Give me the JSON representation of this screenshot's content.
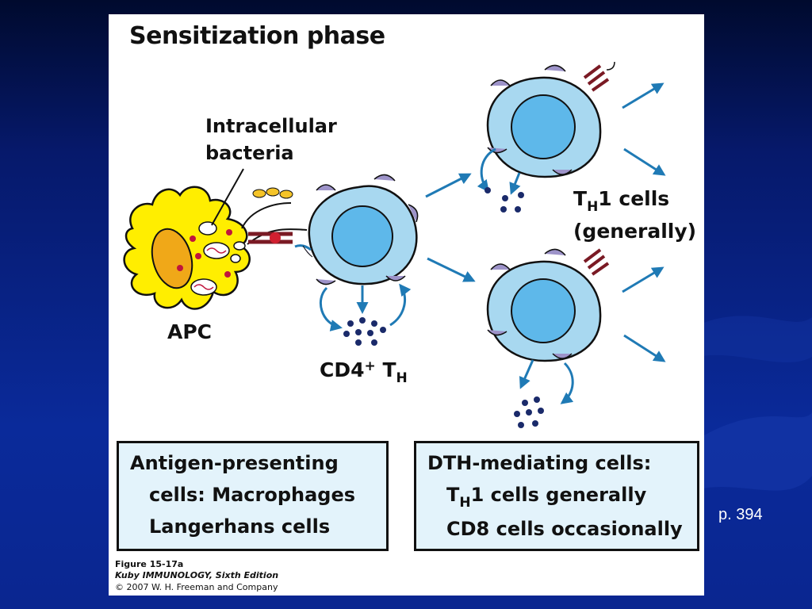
{
  "figure": {
    "title": "Sensitization phase",
    "labels": {
      "bacteria_line1": "Intracellular",
      "bacteria_line2": "bacteria",
      "apc": "APC",
      "cd4_main": "CD4",
      "cd4_sup": "+",
      "cd4_t": " T",
      "cd4_sub": "H",
      "th1_t": "T",
      "th1_sub": "H",
      "th1_rest": "1 cells",
      "th1_line2": "(generally)"
    },
    "box_left": {
      "line1": "Antigen-presenting",
      "line2": "cells: Macrophages",
      "line3": "Langerhans cells"
    },
    "box_right": {
      "line1": "DTH-mediating cells:",
      "line2_t": "T",
      "line2_sub": "H",
      "line2_rest": "1 cells generally",
      "line3": "CD8 cells occasionally"
    },
    "caption": {
      "line1": "Figure 15-17a",
      "line2": "Kuby IMMUNOLOGY, Sixth Edition",
      "line3": "© 2007 W. H. Freeman and Company"
    }
  },
  "page_ref": "p. 394",
  "colors": {
    "apc_yellow": "#ffee00",
    "nucleus_orange": "#f0a818",
    "cell_blue": "#a8d8f0",
    "nucleus_blue": "#5eb8ea",
    "receptor_purple": "#9d93c9",
    "arrow_blue": "#1f7ab5",
    "cytokine_navy": "#1a2a6a",
    "box_fill": "#e3f3fb",
    "slide_bg": "#0a2690"
  }
}
